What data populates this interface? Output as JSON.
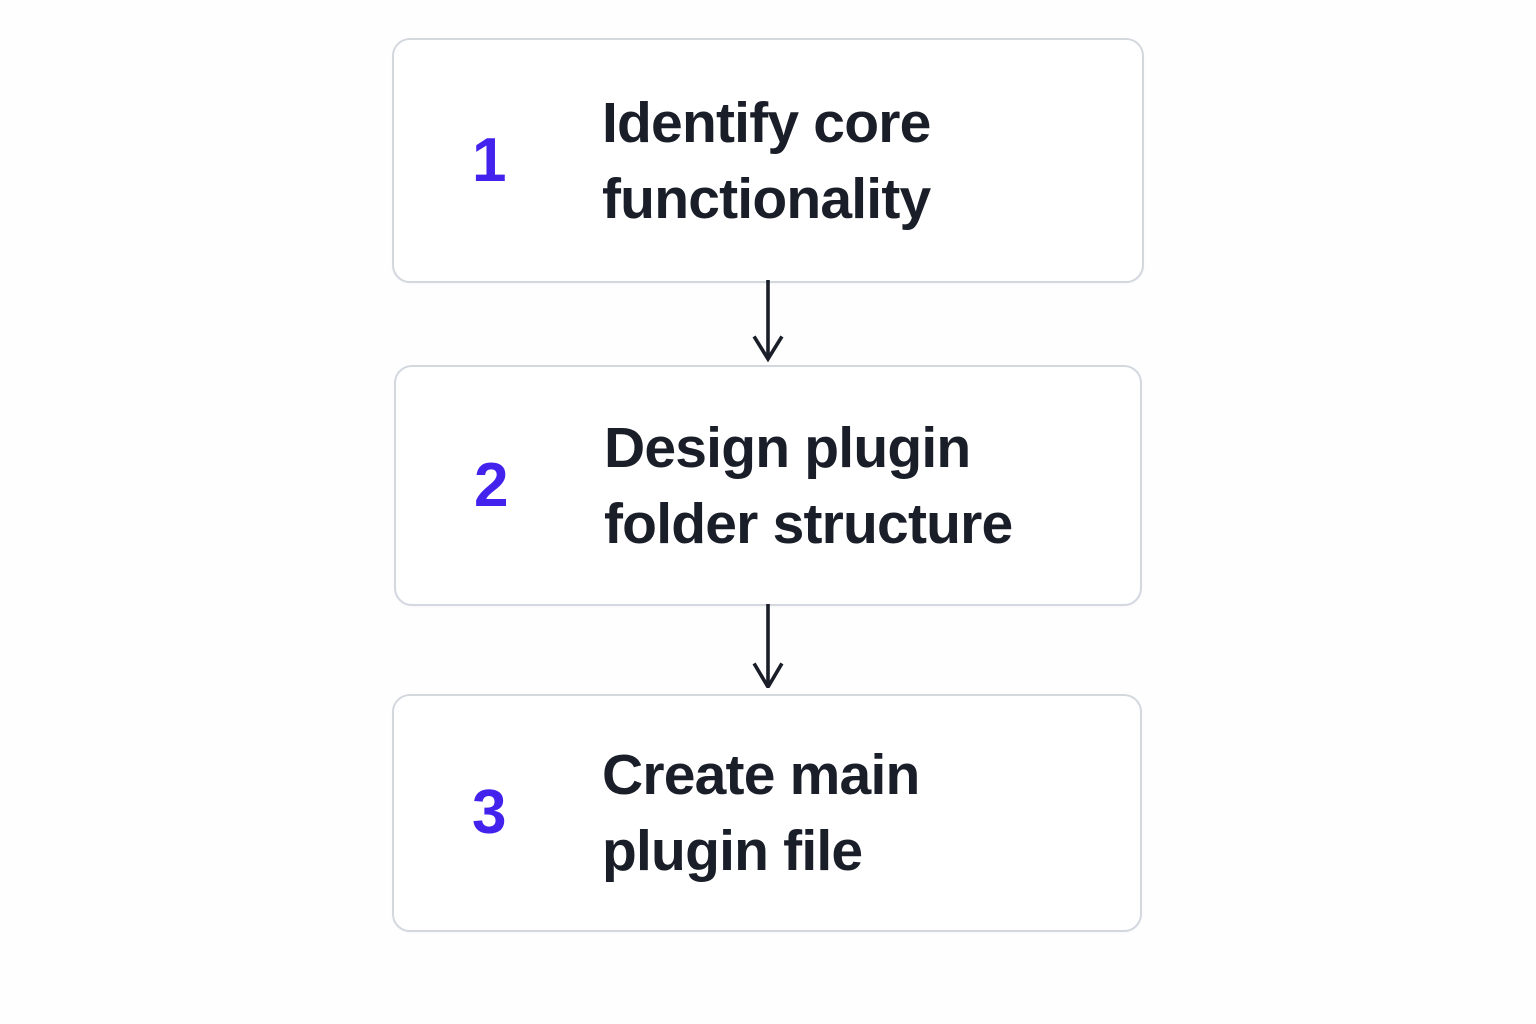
{
  "diagram": {
    "type": "vertical-flowchart",
    "background_color": "#FEFEFF",
    "accent_color": "#4422EE",
    "text_color": "#1A1E28",
    "border_color": "#D3D8DF",
    "connector_color": "#1A1E28",
    "steps": [
      {
        "number": "1",
        "label": "Identify core\nfunctionality",
        "line1": "Identify core",
        "line2": "functionality"
      },
      {
        "number": "2",
        "label": "Design plugin\nfolder structure",
        "line1": "Design plugin",
        "line2": "folder structure"
      },
      {
        "number": "3",
        "label": "Create main\nplugin file",
        "line1": "Create main",
        "line2": "plugin file"
      }
    ],
    "connectors": [
      {
        "from": "1",
        "to": "2",
        "direction": "down",
        "icon": "arrow-down-icon"
      },
      {
        "from": "2",
        "to": "3",
        "direction": "down",
        "icon": "arrow-down-icon"
      }
    ]
  }
}
